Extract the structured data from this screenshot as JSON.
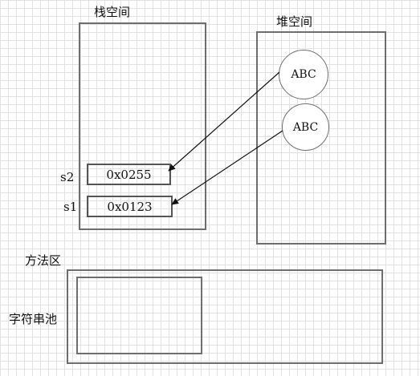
{
  "stack": {
    "title": "栈空间",
    "cells": [
      {
        "label": "s2",
        "value": "0x0255"
      },
      {
        "label": "s1",
        "value": "0x0123"
      }
    ]
  },
  "heap": {
    "title": "堆空间",
    "objects": [
      "ABC",
      "ABC"
    ]
  },
  "method_area": {
    "title": "方法区",
    "string_pool_label": "字符串池"
  }
}
